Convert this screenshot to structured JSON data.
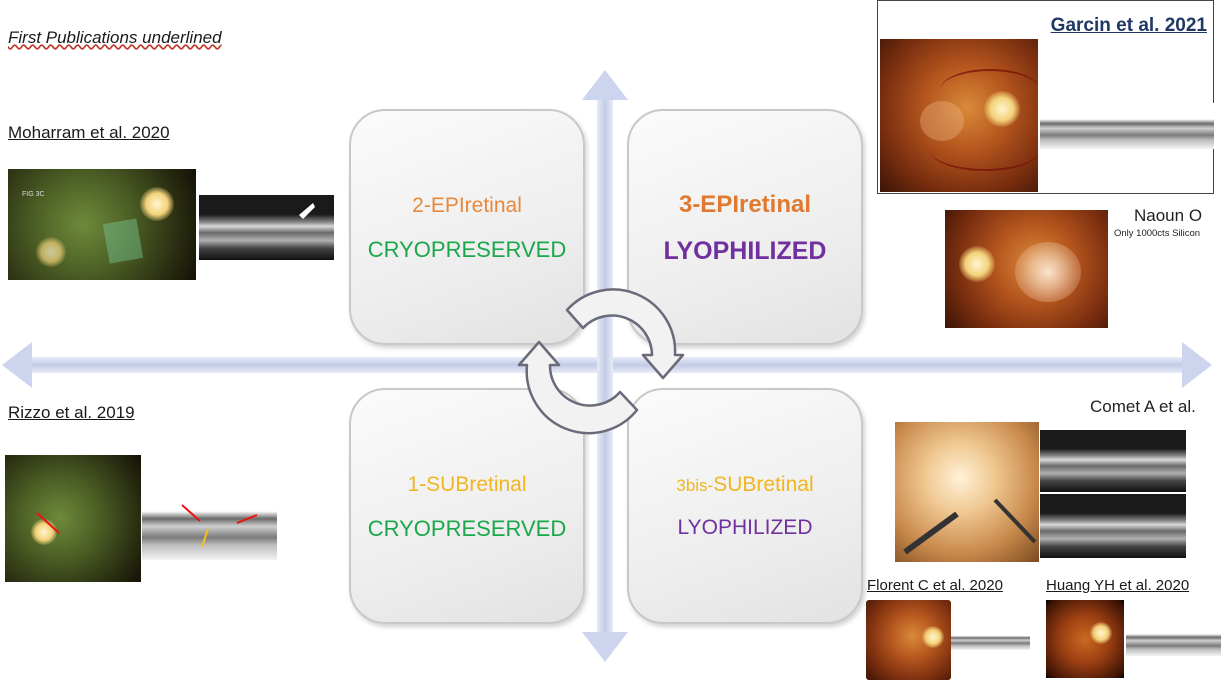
{
  "header_note": "First Publications underlined",
  "axes": {
    "color": "#c6cfe8"
  },
  "quadrants": [
    {
      "id": "q2",
      "line1": "2-EPIretinal",
      "line2": "CRYOPRESERVED",
      "color1": "#e8883a",
      "color2": "#1aa84a"
    },
    {
      "id": "q3",
      "line1": "3-EPIretinal",
      "line2": "LYOPHILIZED",
      "color1": "#e07a30",
      "color2": "#7030a0"
    },
    {
      "id": "q1",
      "line1": "1-SUBretinal",
      "line2": "CRYOPRESERVED",
      "color1": "#f2b51e",
      "color2": "#1aa84a"
    },
    {
      "id": "q3bis",
      "prefix": "3bis-",
      "line1": "SUBretinal",
      "line2": "LYOPHILIZED",
      "color1": "#f2b51e",
      "color2": "#7030a0"
    }
  ],
  "citations": {
    "moharram": "Moharram et al. 2020",
    "rizzo": "Rizzo et al. 2019",
    "garcin": "Garcin et al. 2021",
    "naoun": "Naoun O",
    "naoun_note": "Only 1000cts Silicon",
    "comet": "Comet A et al.",
    "florent": "Florent C et al. 2020",
    "huang": "Huang YH et al. 2020"
  },
  "image_labels": {
    "moharram_fundus": "FIG 3C"
  },
  "colors": {
    "garcin_title": "#1f3864",
    "garcin_border": "#444444"
  }
}
